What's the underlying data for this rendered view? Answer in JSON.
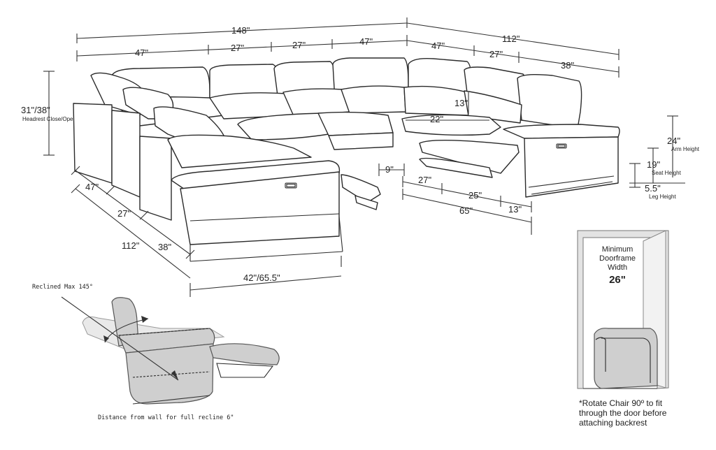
{
  "dimensions": {
    "total_width": "148\"",
    "total_depth": "112\"",
    "top_segments": [
      "47\"",
      "27\"",
      "27\"",
      "47\""
    ],
    "right_segments": [
      "47\"",
      "27\"",
      "38\""
    ],
    "left_segments": [
      "47\"",
      "27\"",
      "38\""
    ],
    "left_total": "112\"",
    "headrest": "31\"/38\"",
    "headrest_note": "Headrest Close/Open",
    "arm_height": "24\"",
    "arm_height_note": "Arm Height",
    "seat_height": "19\"",
    "seat_height_note": "Seat Height",
    "leg_height": "5.5\"",
    "leg_height_note": "Leg Height",
    "seat_depth_corner": "13\"",
    "seat_depth_front": "22\"",
    "footrest_gap": "9\"",
    "footrest_27": "27\"",
    "footrest_25": "25\"",
    "footrest_13": "13\"",
    "chaise_65": "65\"",
    "chaise_width": "42\"/65.5\""
  },
  "recline": {
    "max_label": "Reclined Max 145°",
    "wall_note": "Distance from wall for full recline 6\""
  },
  "door": {
    "title_line1": "Minimum Doorframe",
    "title_line2": "Width",
    "width_value": "26\"",
    "note": "*Rotate Chair 90º to fit through the door before attaching backrest"
  },
  "icons": {
    "control_button": "power-button-icon",
    "recline_arrow": "curved-arrow-icon"
  }
}
